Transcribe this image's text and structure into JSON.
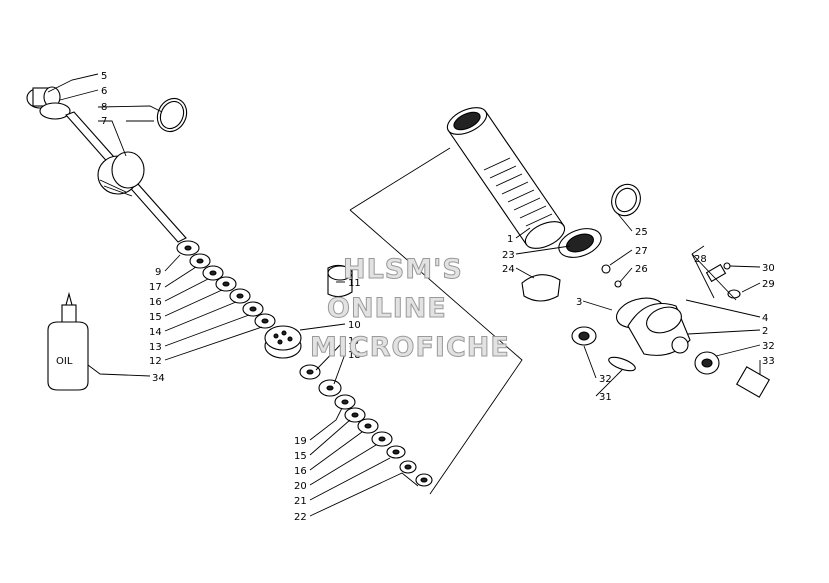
{
  "watermark": {
    "line1": "HLSM'S",
    "line2": "ONLINE",
    "line3": "MICROFICHE"
  },
  "bottle_label": "OIL",
  "callouts": {
    "c5": "5",
    "c6": "6",
    "c8": "8",
    "c7": "7",
    "c9": "9",
    "c17a": "17",
    "c16a": "16",
    "c15a": "15",
    "c14": "14",
    "c13": "13",
    "c12": "12",
    "c34": "34",
    "c11": "11",
    "c10": "10",
    "c17b": "17",
    "c18": "18",
    "c19": "19",
    "c15b": "15",
    "c16b": "16",
    "c20": "20",
    "c21": "21",
    "c22": "22",
    "c1": "1",
    "c23": "23",
    "c24": "24",
    "c25": "25",
    "c27": "27",
    "c26": "26",
    "c28": "28",
    "c30": "30",
    "c29": "29",
    "c4": "4",
    "c3": "3",
    "c2": "2",
    "c32a": "32",
    "c33": "33",
    "c32b": "32",
    "c31": "31"
  }
}
